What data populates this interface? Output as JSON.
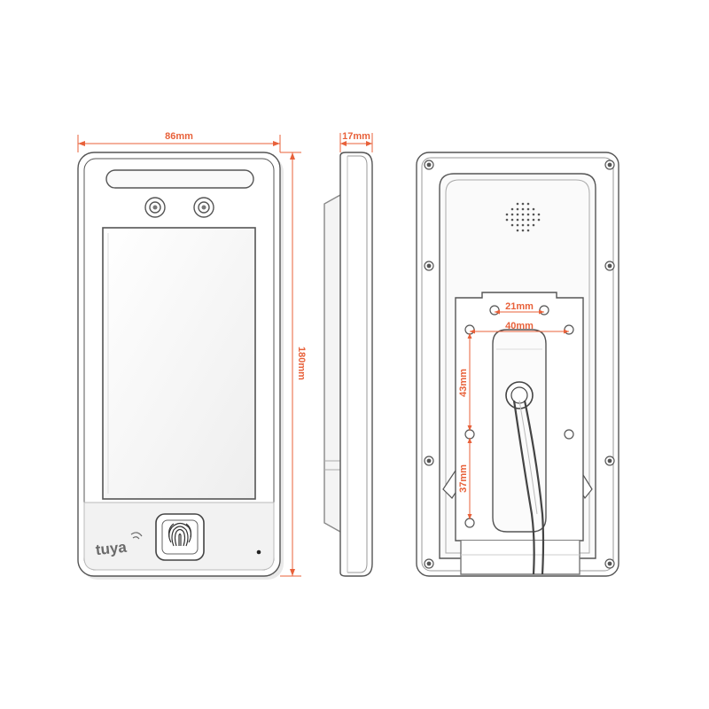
{
  "dimensions": {
    "width": "86mm",
    "height": "180mm",
    "depth": "17mm",
    "hole_spacing_horizontal_inner": "21mm",
    "hole_spacing_horizontal_outer": "40mm",
    "hole_spacing_vertical_upper": "43mm",
    "hole_spacing_vertical_lower": "37mm"
  },
  "brand_logo": "tuya",
  "colors": {
    "dimension": "#e8613a",
    "outline": "#555555",
    "shadow": "#bdbdbd"
  }
}
